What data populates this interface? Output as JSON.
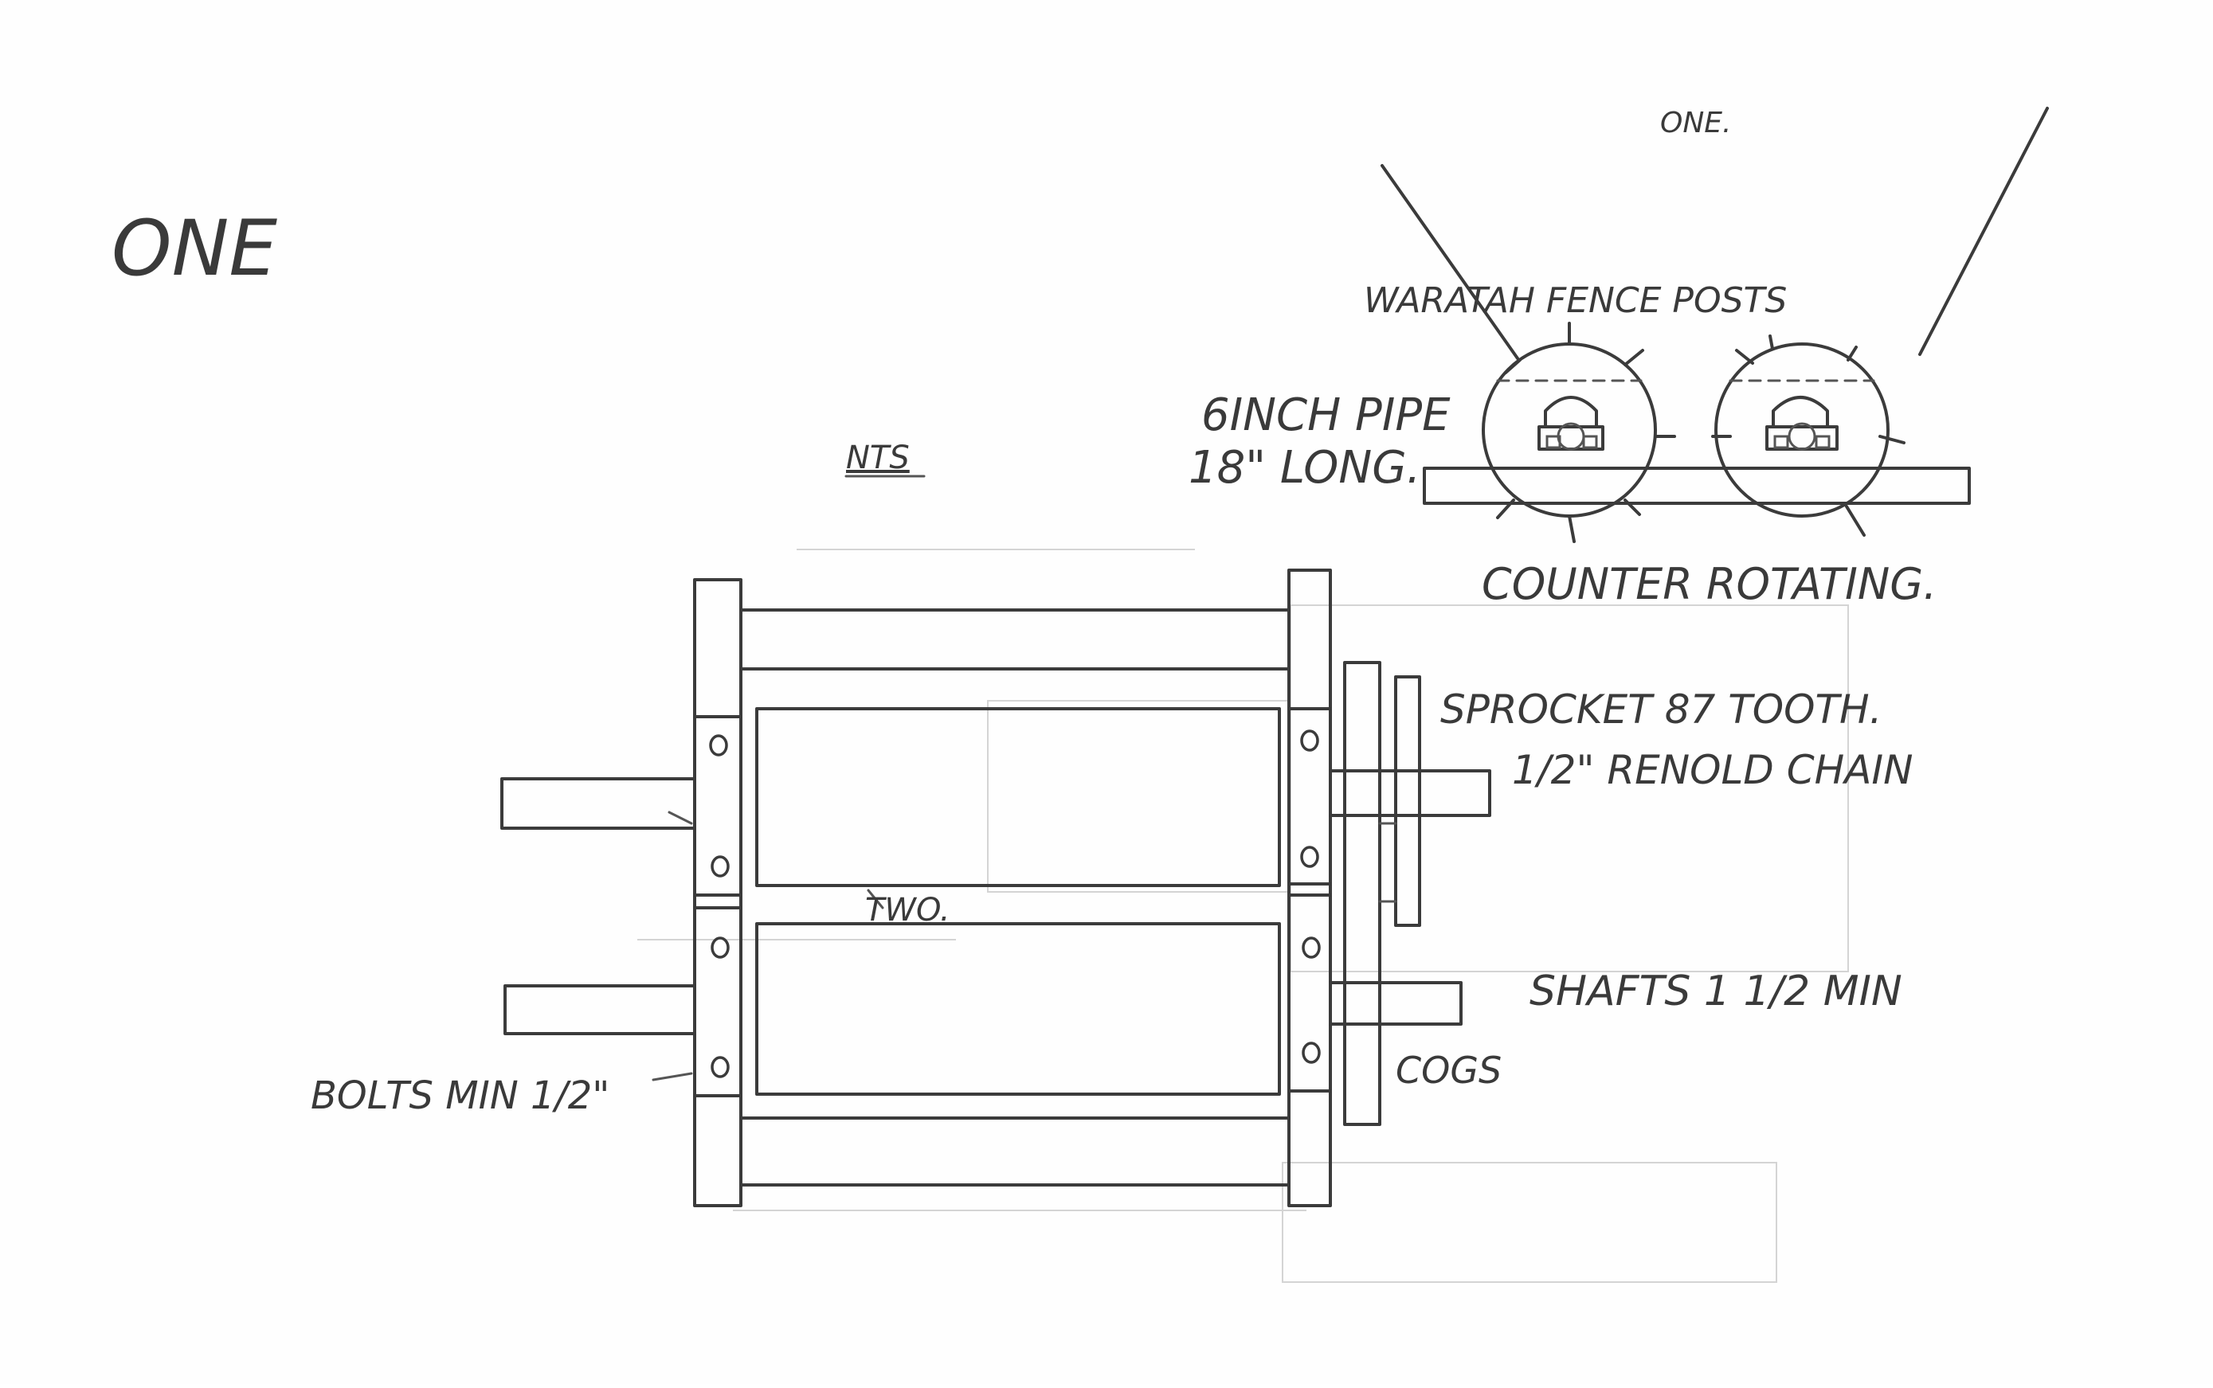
{
  "labels": {
    "title": "ONE",
    "scale_note": "NTS",
    "view_ref": "ONE.",
    "fence_posts": "WARATAH FENCE POSTS",
    "pipe_line1": "6INCH PIPE",
    "pipe_line2": "18\" LONG.",
    "rotation": "COUNTER ROTATING.",
    "sprocket_line1": "SPROCKET 87 TOOTH.",
    "sprocket_line2": "1/2\" RENOLD CHAIN",
    "section_ref": "TWO.",
    "shafts": "SHAFTS 1 1/2 MIN",
    "cogs": "COGS",
    "bolts": "BOLTS MIN 1/2\""
  },
  "colors": {
    "paper": "#fefefe",
    "pencil": "#3b3b3b",
    "faint": "#d4d4d4"
  }
}
